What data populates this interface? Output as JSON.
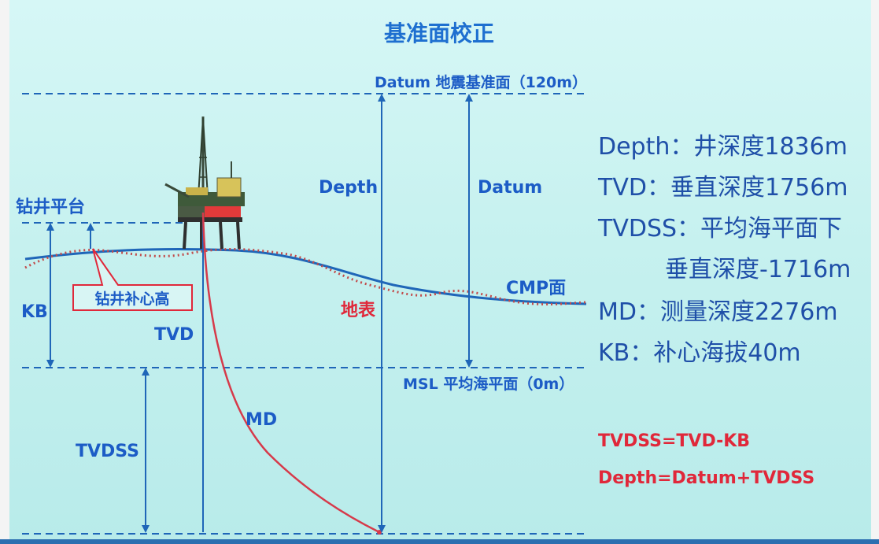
{
  "title": "基准面校正",
  "lines": {
    "datum_plane": "Datum 地震基准面（120m）",
    "msl_plane": "MSL 平均海平面（0m）",
    "drill_floor": "钻井平台",
    "kb_callout": "钻井补心高",
    "cmp_plane": "CMP面",
    "surface": "地表"
  },
  "arrows": {
    "depth": "Depth",
    "datum": "Datum",
    "kb": "KB",
    "tvd": "TVD",
    "tvdss": "TVDSS",
    "md": "MD"
  },
  "legend": [
    "Depth：井深度1836m",
    "TVD：垂直深度1756m",
    "TVDSS：平均海平面下",
    "垂直深度-1716m",
    "MD：测量深度2276m",
    "KB：补心海拔40m"
  ],
  "formulas": [
    "TVDSS=TVD-KB",
    "Depth=Datum+TVDSS"
  ],
  "colors": {
    "blue_text": "#1c5cc6",
    "red_text": "#e0283a",
    "arrow_blue": "#1f66b8",
    "surface_red": "#c24b4b",
    "wellbore_red": "#d63a4a"
  }
}
